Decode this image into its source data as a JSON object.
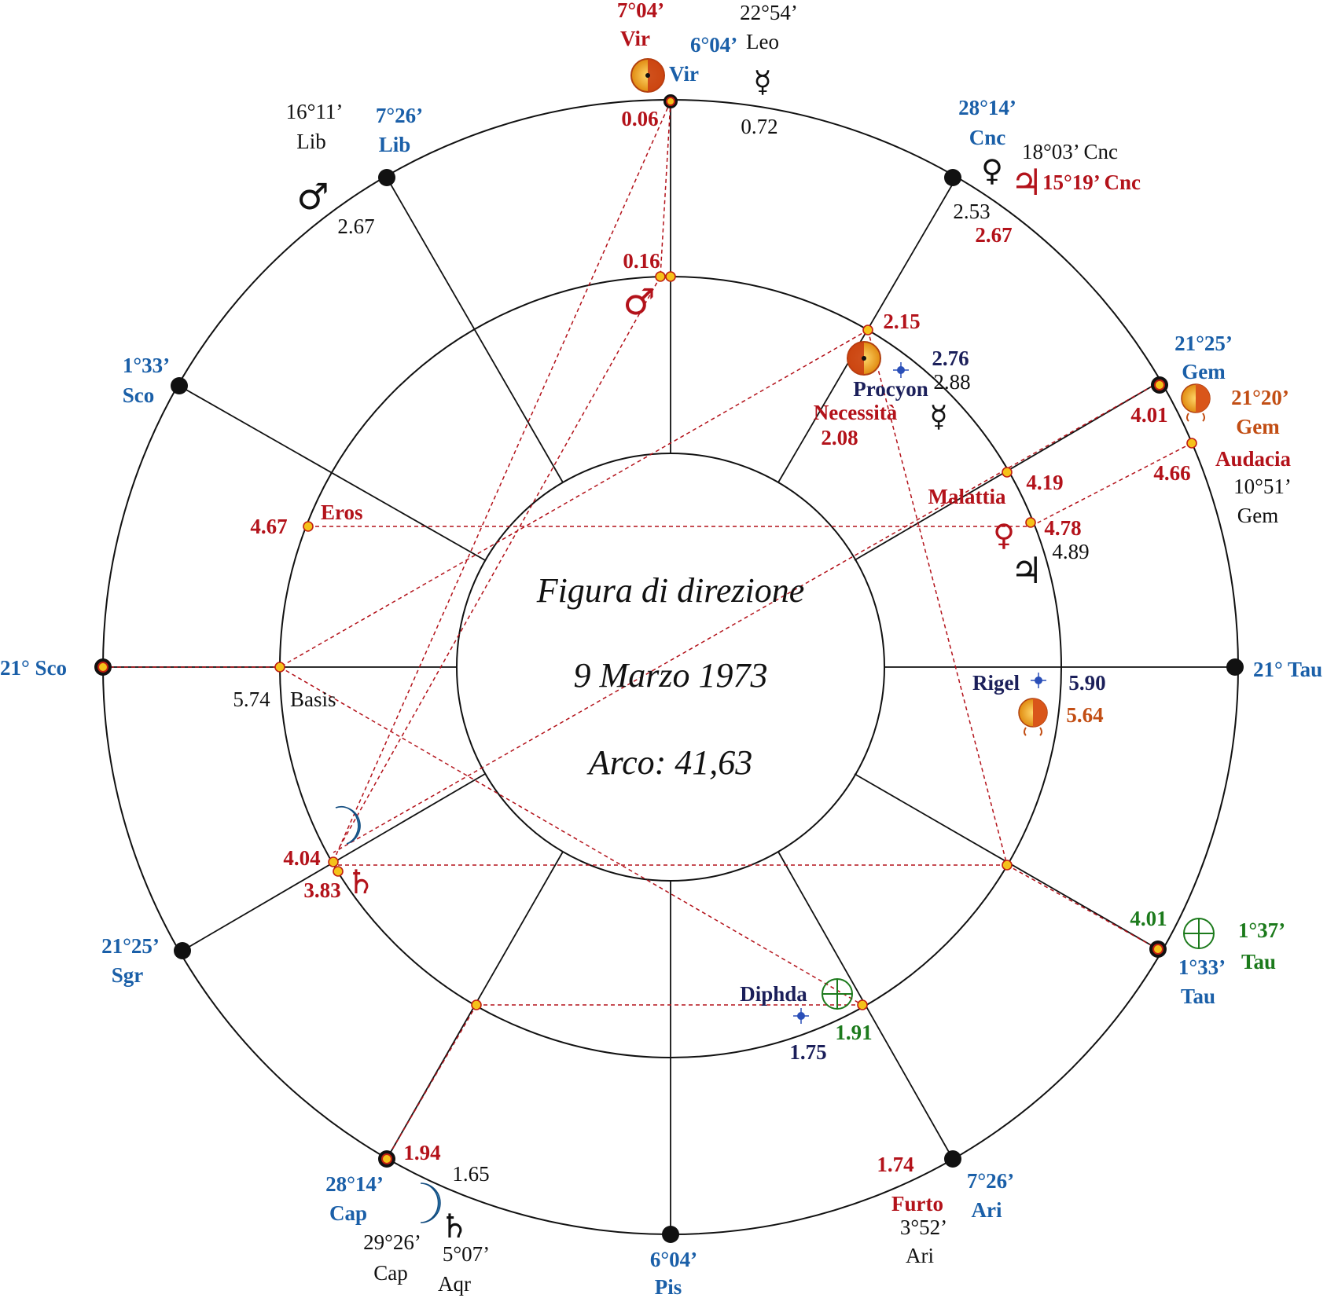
{
  "center": {
    "title": "Figura di direzione",
    "date": "9 Marzo 1973",
    "arc": "Arco: 41,63"
  },
  "cusps": {
    "c10_deg": "6°04’",
    "c10_sign": "Vir",
    "c11_deg": "28°14’",
    "c11_sign": "Cnc",
    "c12_deg": "21°25’",
    "c12_sign": "Gem",
    "c1": "21° Tau",
    "c2_deg": "1°33’",
    "c2_sign": "Tau",
    "c3_deg": "7°26’",
    "c3_sign": "Ari",
    "c4_deg": "6°04’",
    "c4_sign": "Pis",
    "c5_deg": "28°14’",
    "c5_sign": "Cap",
    "c6_deg": "21°25’",
    "c6_sign": "Sgr",
    "c7": "21° Sco",
    "c8_deg": "1°33’",
    "c8_sign": "Sco",
    "c9_deg": "7°26’",
    "c9_sign": "Lib"
  },
  "planets": {
    "sun_deg": "7°04’",
    "sun_sign": "Vir",
    "mercury_deg": "22°54’",
    "mercury_sign": "Leo",
    "mercury_val": "0.72",
    "mars_deg": "16°11’",
    "mars_sign": "Lib",
    "mars_val": "2.67",
    "venus_pos": "18°03’ Cnc",
    "venus_val": "2.53",
    "jupiter_pos": "15°19’ Cnc",
    "jupiter_val": "2.67",
    "nnode_deg": "21°20’",
    "nnode_sign": "Gem",
    "pof_deg": "1°37’",
    "pof_sign": "Tau",
    "moon_deg": "29°26’",
    "moon_sign": "Cap",
    "saturn_deg": "5°07’",
    "saturn_sign": "Aqr",
    "saturn_val": "1.65"
  },
  "lots": {
    "audacia": "Audacia",
    "audacia_val": "4.66",
    "audacia_deg": "10°51’",
    "audacia_sign": "Gem",
    "furto": "Furto",
    "furto_val": "1.74",
    "furto_deg": "3°52’",
    "furto_sign": "Ari",
    "eros": "Eros",
    "eros_val": "4.67",
    "malattia": "Malattia",
    "malattia_val": "4.19",
    "necessita": "Necessità",
    "necessita_val": "2.08",
    "basis": "Basis",
    "basis_val": "5.74"
  },
  "stars": {
    "procyon": "Procyon",
    "procyon_val": "2.76",
    "rigel": "Rigel",
    "rigel_val": "5.90",
    "diphda": "Diphda",
    "diphda_val": "1.75"
  },
  "directions": {
    "sun_mc": "0.06",
    "mars_mc": "0.16",
    "sun_inner": "2.15",
    "merc_inner": "2.88",
    "jup_inner": "4.78",
    "venus_inner": "4.89",
    "asc_12": "4.01",
    "asc_pof": "4.01",
    "nnode_inner": "5.64",
    "pof_inner": "1.91",
    "ic_5": "1.94",
    "moon_inner": "4.04",
    "sat_inner": "3.83"
  }
}
